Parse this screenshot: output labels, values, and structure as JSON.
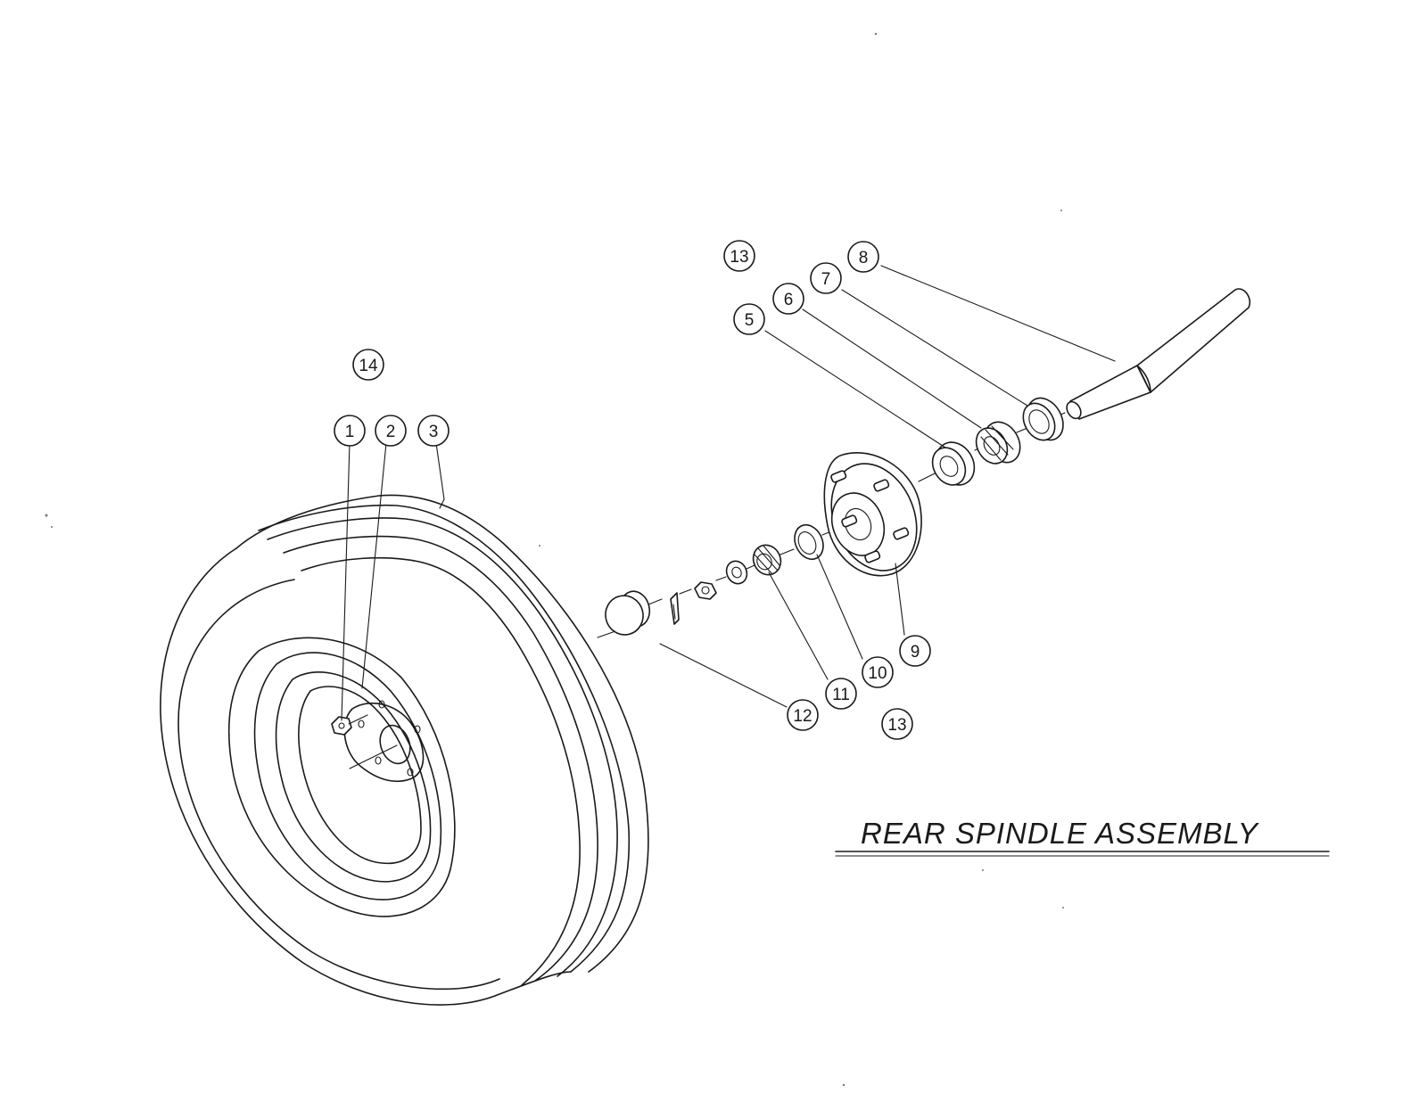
{
  "title": "REAR SPINDLE ASSEMBLY",
  "callouts": [
    {
      "id": "c1",
      "label": "1"
    },
    {
      "id": "c2",
      "label": "2"
    },
    {
      "id": "c3",
      "label": "3"
    },
    {
      "id": "c5",
      "label": "5"
    },
    {
      "id": "c6",
      "label": "6"
    },
    {
      "id": "c7",
      "label": "7"
    },
    {
      "id": "c8",
      "label": "8"
    },
    {
      "id": "c9",
      "label": "9"
    },
    {
      "id": "c10",
      "label": "10"
    },
    {
      "id": "c11",
      "label": "11"
    },
    {
      "id": "c12",
      "label": "12"
    },
    {
      "id": "c13a",
      "label": "13"
    },
    {
      "id": "c13b",
      "label": "13"
    },
    {
      "id": "c14",
      "label": "14"
    }
  ]
}
